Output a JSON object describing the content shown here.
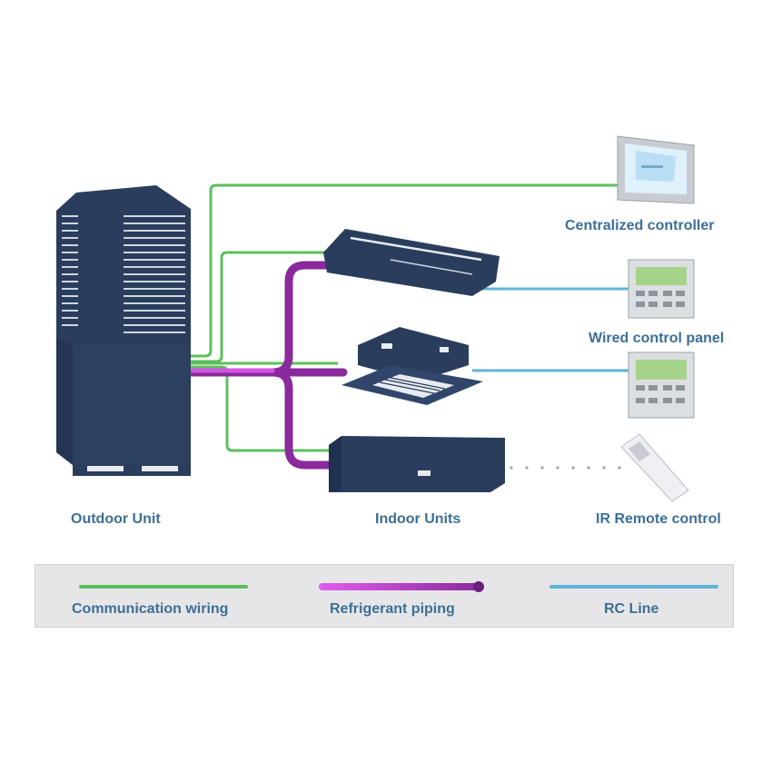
{
  "colors": {
    "communication": "#5cbf5c",
    "refrigerant": "#8a2a9c",
    "rc_line": "#5fb4d8",
    "unit_body": "#2a3d5c",
    "label_text": "#3d6f96"
  },
  "labels": {
    "outdoor_unit": "Outdoor Unit",
    "indoor_units": "Indoor Units",
    "ir_remote": "IR Remote control",
    "centralized_controller": "Centralized controller",
    "wired_control_panel": "Wired control panel"
  },
  "legend": {
    "communication": "Communication wiring",
    "refrigerant": "Refrigerant piping",
    "rc_line": "RC Line"
  },
  "icons": {
    "outdoor": "outdoor-unit-icon",
    "ceiling": "ceiling-suspended-unit-icon",
    "cassette": "cassette-unit-icon",
    "wall": "wall-mounted-unit-icon",
    "touch": "touchscreen-controller-icon",
    "panel": "wired-panel-icon",
    "remote": "ir-remote-icon"
  }
}
